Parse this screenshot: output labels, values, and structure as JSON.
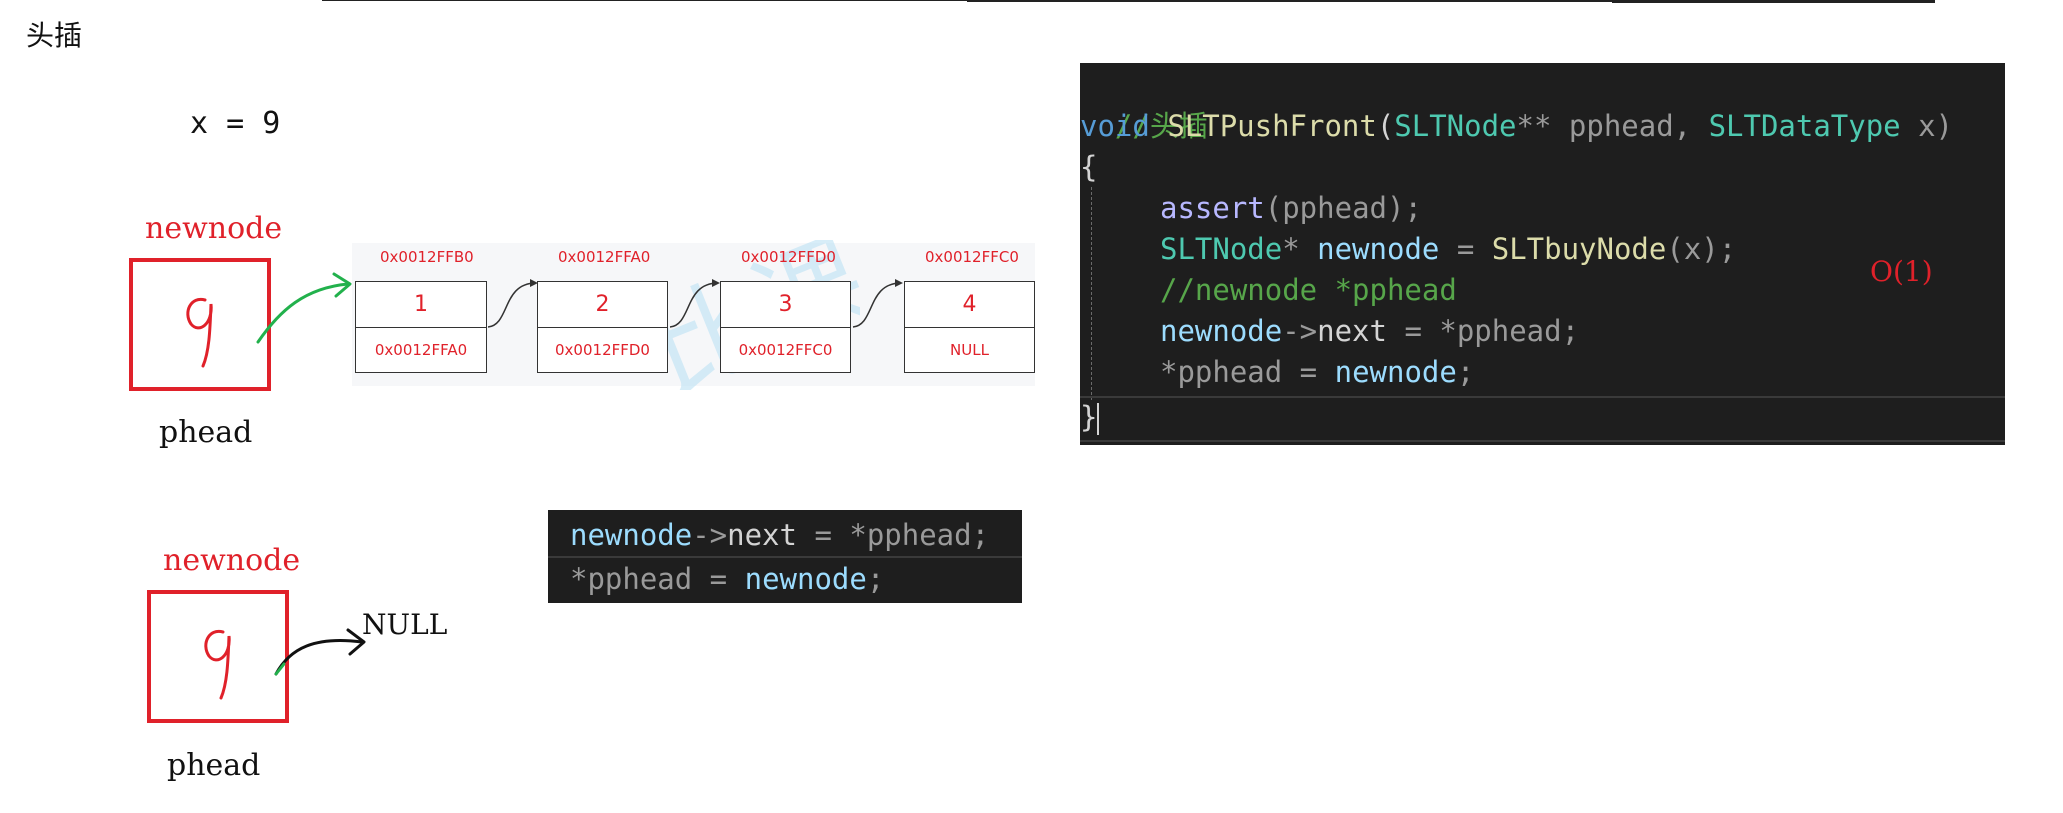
{
  "title": "头插",
  "x_assignment": "x = 9",
  "top_diagram": {
    "newnode_label": "newnode",
    "newnode_value": "9",
    "phead_label": "phead",
    "list_nodes": [
      {
        "address": "0x0012FFB0",
        "value": "1",
        "next": "0x0012FFA0"
      },
      {
        "address": "0x0012FFA0",
        "value": "2",
        "next": "0x0012FFD0"
      },
      {
        "address": "0x0012FFD0",
        "value": "3",
        "next": "0x0012FFC0"
      },
      {
        "address": "0x0012FFC0",
        "value": "4",
        "next": "NULL"
      }
    ]
  },
  "bottom_diagram": {
    "newnode_label": "newnode",
    "newnode_value": "9",
    "phead_label": "phead",
    "null_label": "NULL"
  },
  "code": {
    "comment_head": "//头插",
    "sig_void": "void",
    "sig_fn": "SLTPushFront",
    "sig_paren_open": "(",
    "sig_type1": "SLTNode",
    "sig_stars": "**",
    "sig_param1": " pphead, ",
    "sig_type2": "SLTDataType",
    "sig_param2": " x)",
    "brace_open": "{",
    "l1_fn": "assert",
    "l1_rest": "(pphead);",
    "l2_type": "SLTNode",
    "l2_star": "* ",
    "l2_var": "newnode",
    "l2_eq": " = ",
    "l2_fn": "SLTbuyNode",
    "l2_rest": "(x);",
    "l3_comment": "//newnode *pphead",
    "l4_var": "newnode",
    "l4_arrow": "->",
    "l4_field": "next",
    "l4_eq": " = ",
    "l4_rest": "*pphead;",
    "l5_star": "*pphead",
    "l5_eq": " = ",
    "l5_var": "newnode",
    "l5_semi": ";",
    "brace_close": "}",
    "complexity": "O(1)"
  },
  "snippet": {
    "l1_var": "newnode",
    "l1_arrow": "->",
    "l1_field": "next",
    "l1_eq": " = ",
    "l1_rest": "*pphead;",
    "l2_star": "*pphead",
    "l2_eq": " = ",
    "l2_var": "newnode",
    "l2_semi": ";"
  },
  "colors": {
    "red": "#e0212a",
    "green_arrow": "#22b14c",
    "code_bg": "#1e1e1e"
  }
}
